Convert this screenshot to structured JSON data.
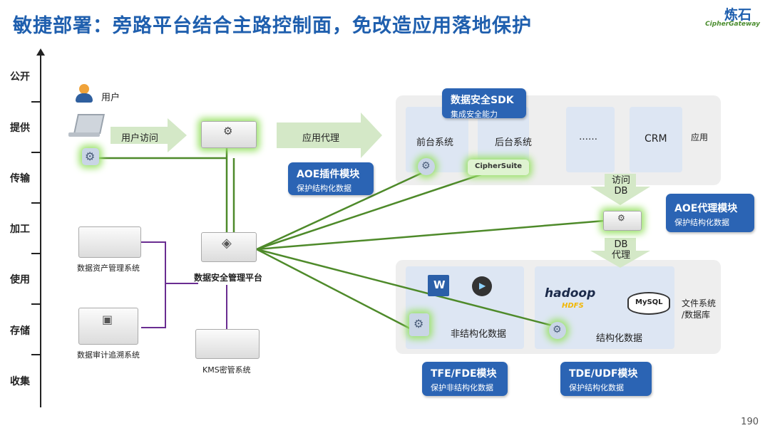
{
  "title": "敏捷部署：旁路平台结合主路控制面，免改造应用落地保护",
  "logo": {
    "cn": "炼石",
    "en": "CipherGateway"
  },
  "stages": [
    "公开",
    "提供",
    "传输",
    "加工",
    "使用",
    "存储",
    "收集"
  ],
  "user": {
    "label": "用户"
  },
  "flows": {
    "user_access": "用户访问",
    "app_proxy": "应用代理",
    "access_db": "访问\nDB",
    "db_proxy": "DB\n代理"
  },
  "apps": {
    "frontend": "前台系统",
    "backend": "后台系统",
    "ellipsis": "……",
    "crm": "CRM",
    "panel_label": "应用",
    "ciphersuite": "CipherSuite"
  },
  "storage": {
    "unstructured": "非结构化数据",
    "structured": "结构化数据",
    "panel_label": "文件系统\n/数据库",
    "hadoop": "hadoop",
    "hdfs": "HDFS",
    "mysql": "MySQL"
  },
  "systems": {
    "asset_mgmt": "数据资产管理系统",
    "audit": "数据审计追溯系统",
    "platform": "数据安全管理平台",
    "kms": "KMS密管系统"
  },
  "callouts": {
    "sdk": {
      "title": "数据安全SDK",
      "sub": "集成安全能力"
    },
    "aoe_plugin": {
      "title": "AOE插件模块",
      "sub": "保护结构化数据"
    },
    "aoe_proxy": {
      "title": "AOE代理模块",
      "sub": "保护结构化数据"
    },
    "tfe": {
      "title": "TFE/FDE模块",
      "sub": "保护非结构化数据"
    },
    "tde": {
      "title": "TDE/UDF模块",
      "sub": "保护结构化数据"
    }
  },
  "page_number": "190",
  "colors": {
    "title_blue": "#1f5fae",
    "callout_blue": "#2b64b4",
    "line_green": "#4e8a2a",
    "line_purple": "#6a2d91",
    "arrow_green": "#d4e8c7",
    "glow_green": "#9be26a"
  },
  "icons": [
    "user-icon",
    "laptop-icon",
    "gear-icon",
    "database-icon",
    "word-doc-icon",
    "video-icon",
    "hadoop-icon",
    "mysql-icon"
  ]
}
